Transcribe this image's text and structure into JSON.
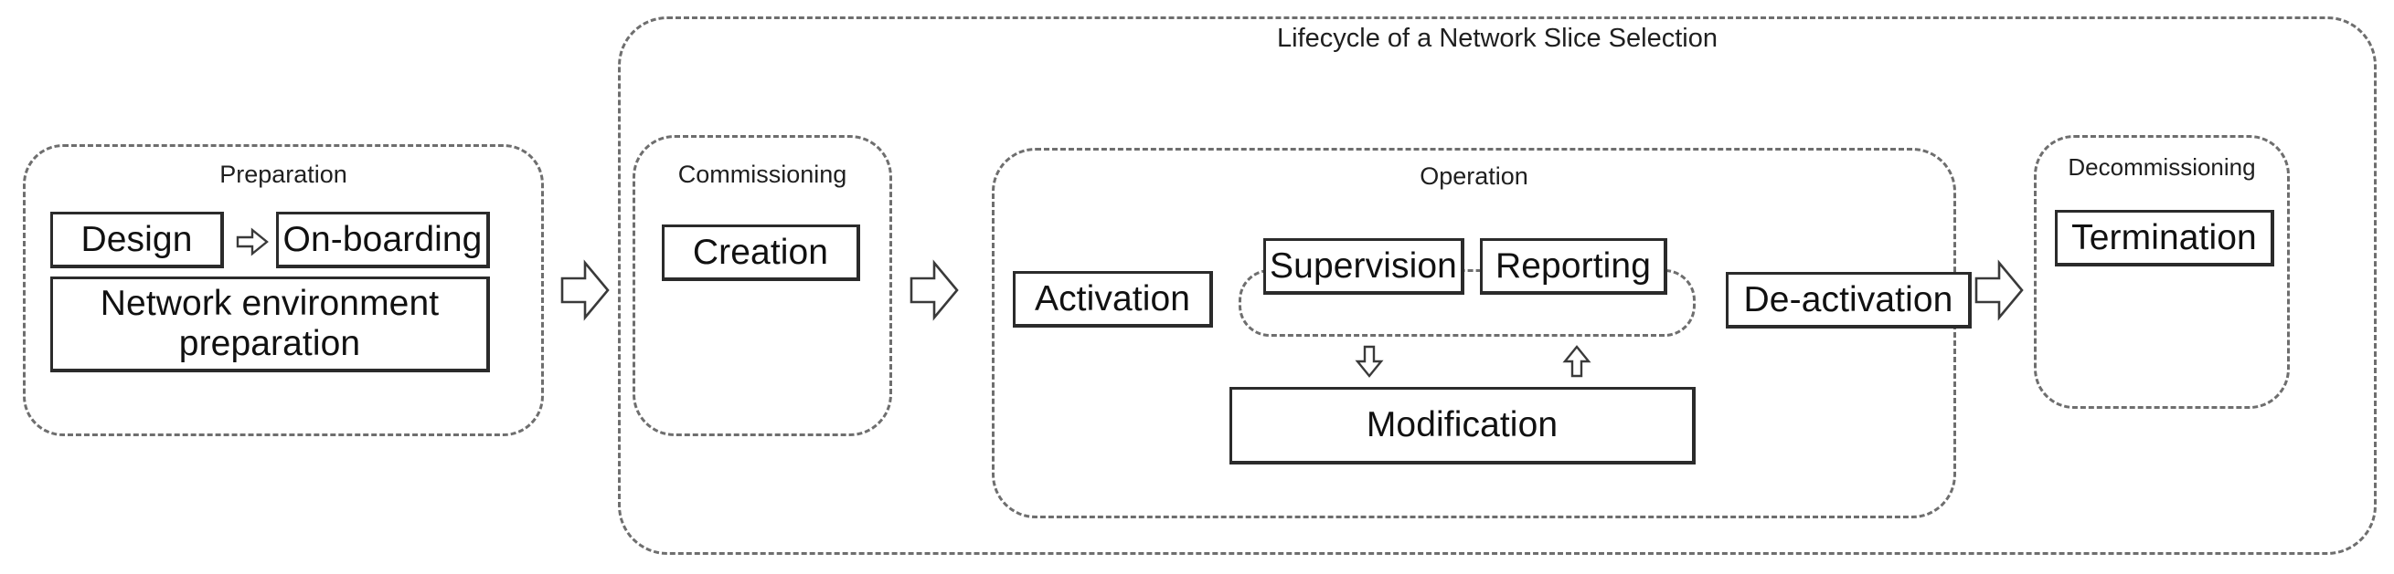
{
  "diagram": {
    "title": "Lifecycle of a Network Slice Selection",
    "phases": [
      {
        "id": "preparation",
        "label": "Preparation",
        "steps": [
          "Design",
          "On-boarding",
          "Network environment preparation"
        ]
      },
      {
        "id": "commissioning",
        "label": "Commissioning",
        "steps": [
          "Creation"
        ]
      },
      {
        "id": "operation",
        "label": "Operation",
        "steps": [
          "Activation",
          "Supervision",
          "Reporting",
          "De-activation",
          "Modification"
        ]
      },
      {
        "id": "decommissioning",
        "label": "Decommissioning",
        "steps": [
          "Termination"
        ]
      }
    ]
  },
  "boxes": {
    "design": "Design",
    "onboarding": "On-boarding",
    "network_env_prep_line1": "Network environment",
    "network_env_prep_line2": "preparation",
    "creation": "Creation",
    "activation": "Activation",
    "supervision": "Supervision",
    "reporting": "Reporting",
    "deactivation": "De-activation",
    "modification": "Modification",
    "termination": "Termination"
  },
  "group_labels": {
    "preparation": "Preparation",
    "commissioning": "Commissioning",
    "operation": "Operation",
    "decommissioning": "Decommissioning",
    "lifecycle": "Lifecycle of a Network Slice Selection"
  },
  "arrows": [
    {
      "name": "design-to-onboarding",
      "direction": "right",
      "size": "small"
    },
    {
      "name": "preparation-to-commissioning",
      "direction": "right",
      "size": "large"
    },
    {
      "name": "commissioning-to-operation",
      "direction": "right",
      "size": "large"
    },
    {
      "name": "supervision-to-modification",
      "direction": "down",
      "size": "small"
    },
    {
      "name": "modification-to-reporting",
      "direction": "up",
      "size": "small"
    },
    {
      "name": "operation-to-decommissioning",
      "direction": "right",
      "size": "large"
    }
  ],
  "colors": {
    "background": "#ffffff",
    "box_border": "#2b2b2b",
    "group_border": "#6e6e6e",
    "text": "#1a1a1a",
    "arrow_stroke": "#3a3a3a"
  }
}
